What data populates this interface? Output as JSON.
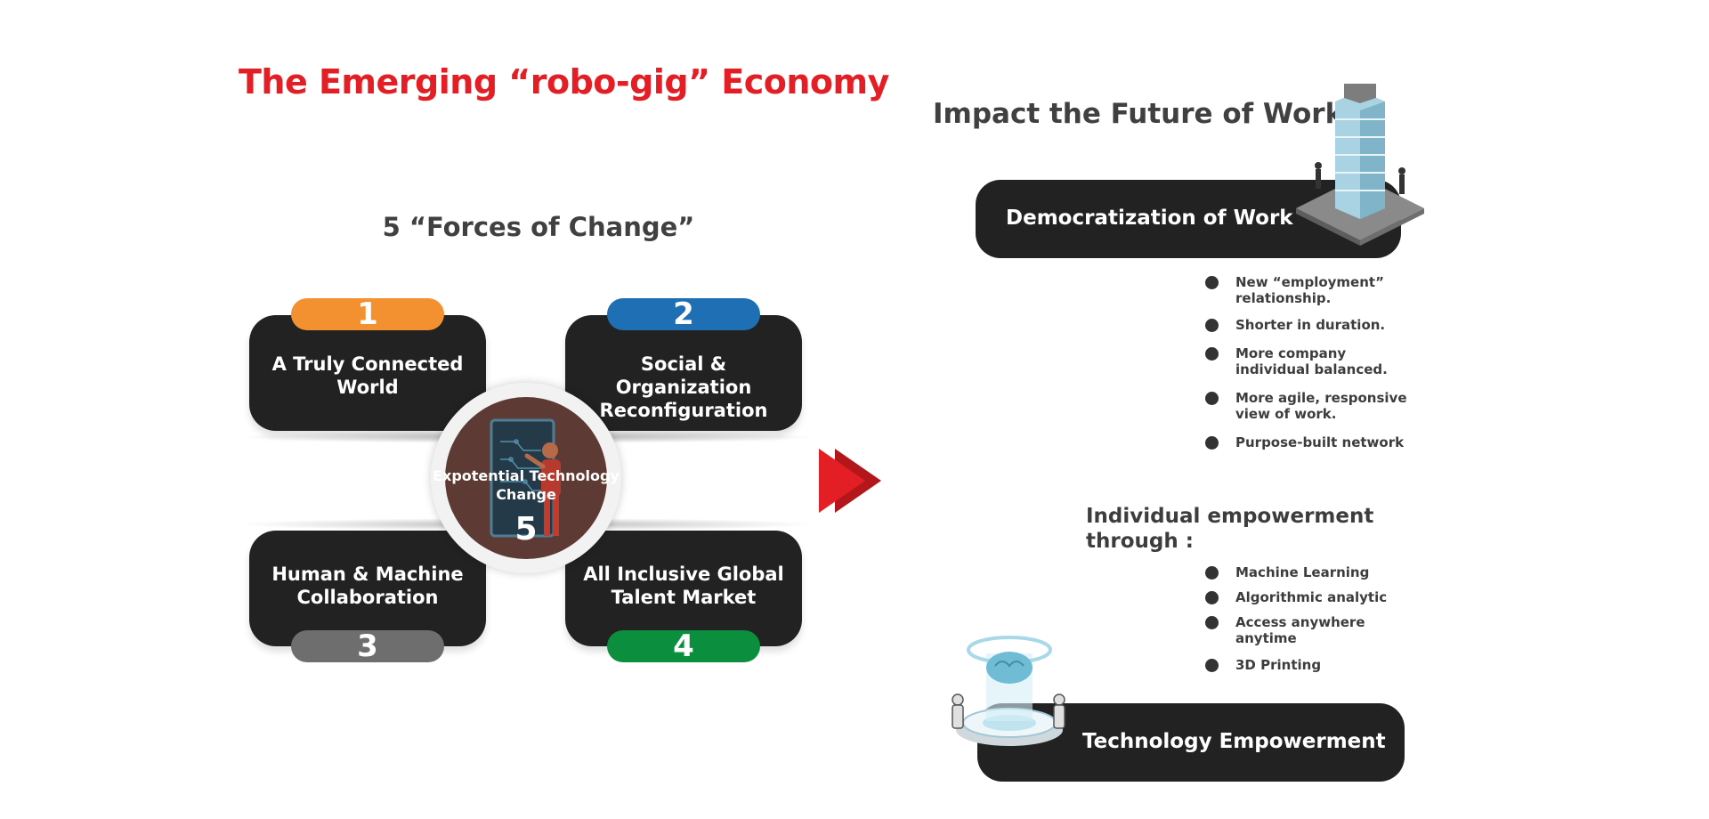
{
  "title": "The Emerging “robo-gig” Economy",
  "forces": {
    "heading": "5 “Forces of Change”",
    "items": [
      {
        "number": "1",
        "label": "A Truly Connected World",
        "color": "#f39130"
      },
      {
        "number": "2",
        "label": "Social & Organization Reconfiguration",
        "color": "#1f6fb5"
      },
      {
        "number": "3",
        "label": "Human & Machine Collaboration",
        "color": "#6e6e6e"
      },
      {
        "number": "4",
        "label": "All Inclusive Global Talent Market",
        "color": "#0b8f3e"
      }
    ],
    "center": {
      "number": "5",
      "label": "Expotential Technology Change",
      "color": "#5e3a34"
    }
  },
  "arrow_color": "#e31e24",
  "impact": {
    "heading": "Impact the Future of Work",
    "democratization": {
      "label": "Democratization of Work",
      "bullets": [
        "New “employment” relationship.",
        "Shorter in duration.",
        "More company individual balanced.",
        "More agile, responsive view of work.",
        "Purpose-built network"
      ]
    },
    "empowerment": {
      "heading": "Individual empowerment through :",
      "bullets": [
        "Machine Learning",
        "Algorithmic analytic",
        "Access anywhere anytime",
        "3D Printing"
      ]
    },
    "technology": {
      "label": "Technology Empowerment"
    }
  }
}
